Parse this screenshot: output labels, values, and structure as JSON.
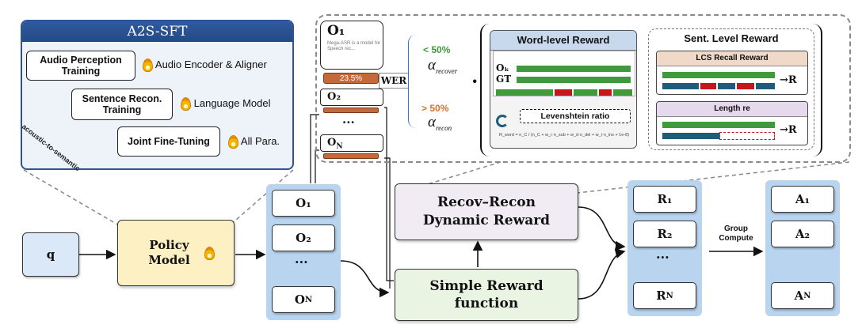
{
  "sft": {
    "title": "A2S-SFT",
    "stage1": "Audio Perception Training",
    "stage1_note": "Audio Encoder & Aligner",
    "stage2": "Sentence Recon. Training",
    "stage2_note": "Language Model",
    "stage3": "Joint Fine-Tuning",
    "stage3_note": "All Para.",
    "arrow_label": "acoustic-to-semantic"
  },
  "query": "q",
  "policy": {
    "label": "Policy Model"
  },
  "outputs": {
    "o1": "O₁",
    "o2": "O₂",
    "ellipsis": "···",
    "on": "O"
  },
  "outputs_sub": "N",
  "rewards_col": {
    "r1": "R₁",
    "r2": "R₂",
    "ellipsis": "···",
    "rn": "R"
  },
  "rewards_sub": "N",
  "advantages": {
    "a1": "A₁",
    "a2": "A₂",
    "an": "A"
  },
  "advantages_sub": "N",
  "group_compute": "Group Compute",
  "recov_box": "Recov–Recon Dynamic Reward",
  "simple_box": "Simple Reward function",
  "detail": {
    "o1_title": "O₁",
    "o1_text": "Mega-ASR is a model for Speech rec...",
    "wer_value": "23.5%",
    "o2": "O₂",
    "ellipsis": "···",
    "on": "O",
    "on_sub": "N",
    "wer": "WER",
    "lt": "< 50%",
    "gt": "> 50%",
    "alpha_recover": "recover",
    "alpha_recon": "recon",
    "alpha": "α",
    "dot": "·"
  },
  "word_reward": {
    "title": "Word-level Reward",
    "ok": "Oₖ",
    "gt": "GT",
    "lev": "Levenshtein ratio",
    "formula": "R_word = n_C / (n_C + w_r·n_sub + w_d·n_del + w_i·n_ins + 1e-8)"
  },
  "sent_reward": {
    "title": "Sent. Level Reward",
    "lcs": "LCS Recall Reward",
    "length": "Length re",
    "r": "R"
  },
  "colors": {
    "blue_header": "#2f5496",
    "column_blue": "#b9d4ee",
    "policy_fill": "#fdf0c2",
    "recov_fill": "#f1ecf4",
    "simple_fill": "#e9f4e2",
    "green_bar": "#3f9a3c",
    "red_bar": "#c5161e",
    "teal_bar": "#1d5d7a",
    "wer_orange": "#c46a3a"
  }
}
